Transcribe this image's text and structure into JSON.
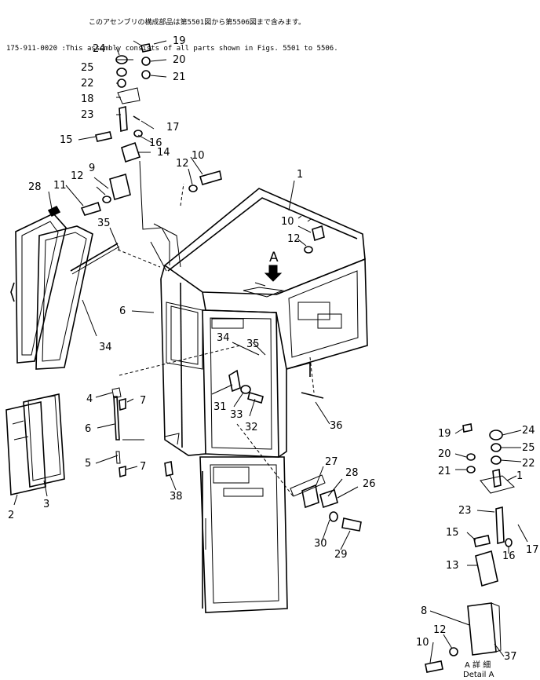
{
  "header": {
    "line1": "このアセンブリの構成部品は第5501図から第5506図まで含みます。",
    "line2": "175-911-0020 :This assembly consists of all parts shown in Figs. 5501 to 5506."
  },
  "view_label": "A",
  "detail": {
    "jp": "A 詳 細",
    "en": "Detail A"
  },
  "callouts": {
    "c1": "1",
    "c2": "2",
    "c3": "3",
    "c4": "4",
    "c5": "5",
    "c6a": "6",
    "c6b": "6",
    "c7a": "7",
    "c7b": "7",
    "c9": "9",
    "c10a": "10",
    "c10b": "10",
    "c11": "11",
    "c12a": "12",
    "c12b": "12",
    "c14": "14",
    "c15": "15",
    "c16": "16",
    "c17": "17",
    "c18": "18",
    "c19": "19",
    "c20": "20",
    "c21": "21",
    "c22": "22",
    "c23": "23",
    "c24": "24",
    "c25": "25",
    "c26": "26",
    "c27": "27",
    "c28a": "28",
    "c28b": "28",
    "c29": "29",
    "c30": "30",
    "c31": "31",
    "c32": "32",
    "c33": "33",
    "c34a": "34",
    "c34b": "34",
    "c35a": "35",
    "c35b": "35",
    "c36": "36",
    "c38": "38",
    "d19": "19",
    "d20": "20",
    "d21": "21",
    "d22": "22",
    "d24": "24",
    "d25": "25",
    "d1": "1",
    "d23": "23",
    "d15": "15",
    "d16": "16",
    "d17": "17",
    "d13": "13",
    "d8": "8",
    "d12": "12",
    "d10": "10",
    "d37": "37"
  }
}
